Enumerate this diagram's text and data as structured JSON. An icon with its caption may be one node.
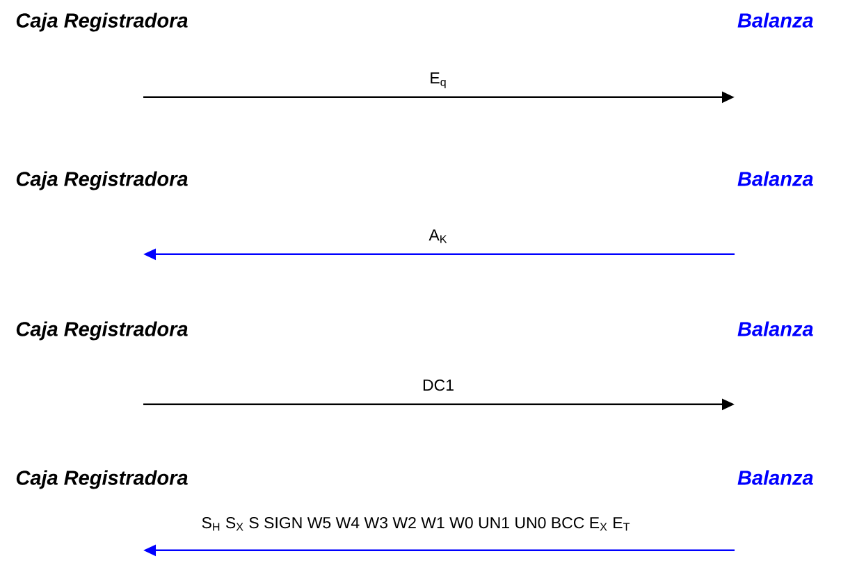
{
  "diagram": {
    "nodes": [
      {
        "text": [
          "Caja Registradora"
        ]
      },
      {
        "text": [
          "Balanza"
        ]
      },
      {
        "text": [
          "Caja Registradora"
        ]
      },
      {
        "text": [
          "Balanza"
        ]
      },
      {
        "text": [
          "Caja Registradora"
        ]
      },
      {
        "text": [
          "Balanza"
        ]
      },
      {
        "text": [
          "Caja Registradora"
        ]
      },
      {
        "text": [
          "Balanza"
        ]
      }
    ],
    "edges": [
      {
        "from": 0,
        "to": 1,
        "arrow": "to",
        "label": "E$_{q}$"
      },
      {
        "from": 3,
        "to": 2,
        "arrow": "to",
        "label": "A$_{K}$",
        "color": "#0000ff"
      },
      {
        "from": 4,
        "to": 5,
        "arrow": "to",
        "label": "DC1"
      },
      {
        "from": 7,
        "to": 6,
        "arrow": "to",
        "label": "S$_{H}$ S$_{X}$ S SIGN W5 W4 W3 W2 W1 W0 UN1 UN0 BCC E$_{X}$ E$_{T}$",
        "color": "#0000ff"
      }
    ]
  }
}
